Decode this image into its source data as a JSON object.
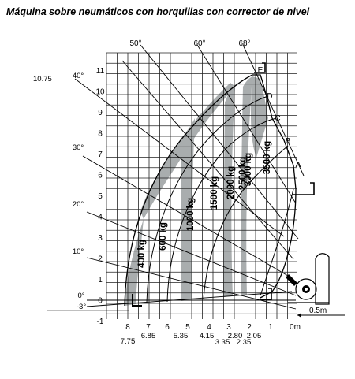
{
  "title": "Máquina sobre neumáticos con horquillas con corrector de nivel",
  "chart_data": {
    "type": "load-chart",
    "y_ticks": [
      11,
      10,
      9,
      8,
      7,
      6,
      5,
      4,
      3,
      2,
      1,
      0,
      -1
    ],
    "x_ticks_top": [
      "8",
      "7",
      "6",
      "5",
      "4",
      "3",
      "2",
      "1",
      "0m"
    ],
    "x_ticks_bottom": [
      "7.75",
      "6.85",
      "5.35",
      "4.15",
      "3.35",
      "2.80",
      "2.35",
      "2.05"
    ],
    "angle_labels_top": [
      "50°",
      "60°",
      "68°"
    ],
    "angle_labels_left": [
      "10.75",
      "40°",
      "30°",
      "20°",
      "10°",
      "0°",
      "-3°"
    ],
    "point_labels": [
      "E",
      "D",
      "C",
      "B",
      "A"
    ],
    "load_zones": [
      "400 kg",
      "600 kg",
      "1000 kg",
      "1500 kg",
      "2000 kg",
      "2500 kg",
      "3000 kg",
      "3500 kg"
    ],
    "dimension_label": "0.5m",
    "grid": true,
    "colors": {
      "zone_fill": "#a9adae",
      "grid": "#222222",
      "background": "#ffffff"
    }
  }
}
